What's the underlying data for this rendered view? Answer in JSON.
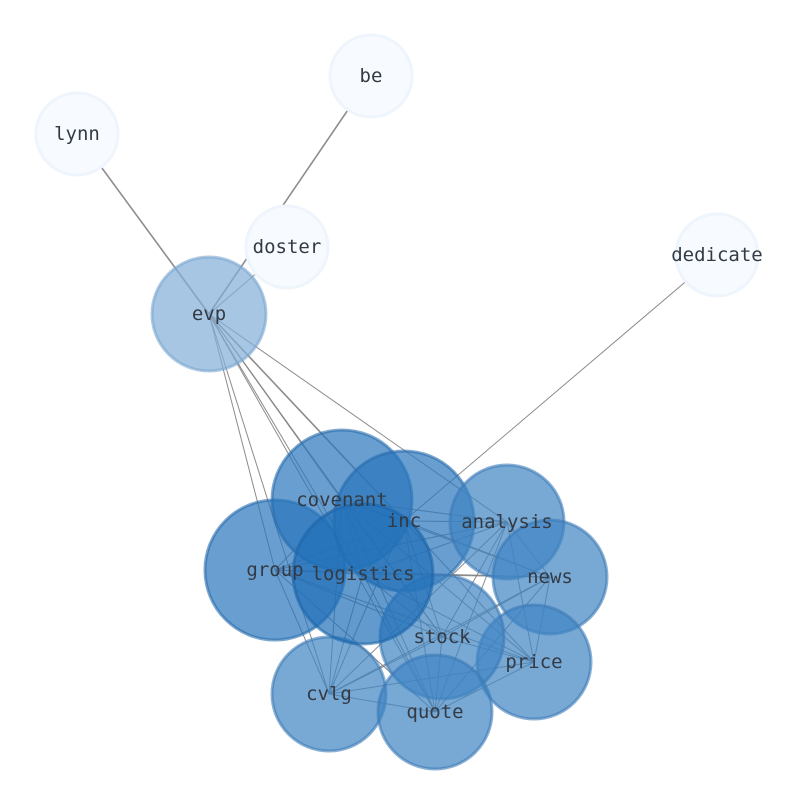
{
  "graph": {
    "nodes": [
      {
        "id": "lynn",
        "label": "lynn",
        "weight": 0.0
      },
      {
        "id": "be",
        "label": "be",
        "weight": 0.0
      },
      {
        "id": "doster",
        "label": "doster",
        "weight": 0.0
      },
      {
        "id": "dedicate",
        "label": "dedicate",
        "weight": 0.0
      },
      {
        "id": "evp",
        "label": "evp",
        "weight": 0.55
      },
      {
        "id": "group",
        "label": "group",
        "weight": 0.95
      },
      {
        "id": "covenant",
        "label": "covenant",
        "weight": 0.95
      },
      {
        "id": "inc",
        "label": "inc",
        "weight": 0.95
      },
      {
        "id": "stock",
        "label": "stock",
        "weight": 0.85
      },
      {
        "id": "analysis",
        "label": "analysis",
        "weight": 0.85
      },
      {
        "id": "news",
        "label": "news",
        "weight": 0.85
      },
      {
        "id": "price",
        "label": "price",
        "weight": 0.85
      },
      {
        "id": "cvlg",
        "label": "cvlg",
        "weight": 0.85
      },
      {
        "id": "quote",
        "label": "quote",
        "weight": 0.85
      },
      {
        "id": "logistics",
        "label": "logistics",
        "weight": 1.0
      }
    ],
    "edges": [
      [
        "evp",
        "lynn"
      ],
      [
        "evp",
        "be"
      ],
      [
        "evp",
        "doster"
      ],
      [
        "evp",
        "covenant"
      ],
      [
        "evp",
        "inc"
      ],
      [
        "evp",
        "logistics"
      ],
      [
        "evp",
        "group"
      ],
      [
        "evp",
        "stock"
      ],
      [
        "evp",
        "cvlg"
      ],
      [
        "evp",
        "quote"
      ],
      [
        "evp",
        "analysis"
      ],
      [
        "dedicate",
        "inc"
      ],
      [
        "covenant",
        "inc"
      ],
      [
        "covenant",
        "analysis"
      ],
      [
        "covenant",
        "news"
      ],
      [
        "covenant",
        "stock"
      ],
      [
        "covenant",
        "price"
      ],
      [
        "covenant",
        "cvlg"
      ],
      [
        "covenant",
        "quote"
      ],
      [
        "covenant",
        "logistics"
      ],
      [
        "covenant",
        "group"
      ],
      [
        "inc",
        "analysis"
      ],
      [
        "inc",
        "news"
      ],
      [
        "inc",
        "stock"
      ],
      [
        "inc",
        "price"
      ],
      [
        "inc",
        "cvlg"
      ],
      [
        "inc",
        "quote"
      ],
      [
        "inc",
        "logistics"
      ],
      [
        "inc",
        "group"
      ],
      [
        "analysis",
        "news"
      ],
      [
        "analysis",
        "stock"
      ],
      [
        "analysis",
        "price"
      ],
      [
        "analysis",
        "cvlg"
      ],
      [
        "analysis",
        "quote"
      ],
      [
        "analysis",
        "logistics"
      ],
      [
        "analysis",
        "group"
      ],
      [
        "news",
        "stock"
      ],
      [
        "news",
        "price"
      ],
      [
        "news",
        "cvlg"
      ],
      [
        "news",
        "quote"
      ],
      [
        "news",
        "logistics"
      ],
      [
        "news",
        "group"
      ],
      [
        "stock",
        "price"
      ],
      [
        "stock",
        "cvlg"
      ],
      [
        "stock",
        "quote"
      ],
      [
        "stock",
        "logistics"
      ],
      [
        "stock",
        "group"
      ],
      [
        "price",
        "cvlg"
      ],
      [
        "price",
        "quote"
      ],
      [
        "price",
        "logistics"
      ],
      [
        "price",
        "group"
      ],
      [
        "cvlg",
        "quote"
      ],
      [
        "cvlg",
        "logistics"
      ],
      [
        "cvlg",
        "group"
      ],
      [
        "quote",
        "logistics"
      ],
      [
        "quote",
        "group"
      ],
      [
        "logistics",
        "group"
      ]
    ]
  },
  "colors": {
    "edge": "#808080",
    "node_scale_low": "#f7fbff",
    "node_scale_high": "#1f6fb8",
    "node_stroke_low": "#eef5fc",
    "node_stroke_high": "#1c64a8"
  }
}
